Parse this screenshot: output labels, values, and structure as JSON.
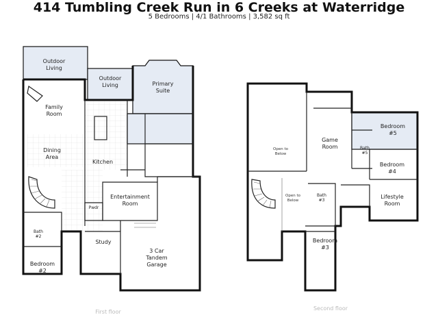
{
  "title": "414 Tumbling Creek Run in 6 Creeks at Waterridge",
  "subtitle": "5 Bedrooms | 4/1 Bathrooms | 3,582 sq ft",
  "first_floor": {
    "caption": "First floor",
    "rooms": {
      "outdoor_living_1": [
        "Outdoor",
        "Living"
      ],
      "outdoor_living_2": [
        "Outdoor",
        "Living"
      ],
      "primary_suite": [
        "Primary",
        "Suite"
      ],
      "family_room": [
        "Family",
        "Room"
      ],
      "dining_area": [
        "Dining",
        "Area"
      ],
      "kitchen": [
        "Kitchen"
      ],
      "entertainment_room": [
        "Entertainment",
        "Room"
      ],
      "powder": [
        "Pwdr"
      ],
      "bath_2": [
        "Bath",
        "#2"
      ],
      "study": [
        "Study"
      ],
      "bedroom_2": [
        "Bedroom",
        "#2"
      ],
      "garage": [
        "3 Car",
        "Tandem",
        "Garage"
      ]
    }
  },
  "second_floor": {
    "caption": "Second floor",
    "rooms": {
      "open_to_below_1": [
        "Open to",
        "Below"
      ],
      "game_room": [
        "Game",
        "Room"
      ],
      "bedroom_5": [
        "Bedroom",
        "#5"
      ],
      "bath_5": [
        "Bath",
        "#5"
      ],
      "bedroom_4": [
        "Bedroom",
        "#4"
      ],
      "open_to_below_2": [
        "Open to",
        "Below"
      ],
      "bath_3": [
        "Bath",
        "#3"
      ],
      "lifestyle_room": [
        "Lifestyle",
        "Room"
      ],
      "bedroom_3": [
        "Bedroom",
        "#3"
      ]
    }
  }
}
